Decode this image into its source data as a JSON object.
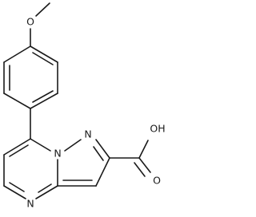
{
  "molecule": {
    "atoms": {
      "methoxy_o": "O",
      "ring_n_right": "N",
      "ring_n_bridge": "N",
      "ring_n_bottom": "N",
      "acid_oh": "OH",
      "acid_o": "O"
    }
  }
}
